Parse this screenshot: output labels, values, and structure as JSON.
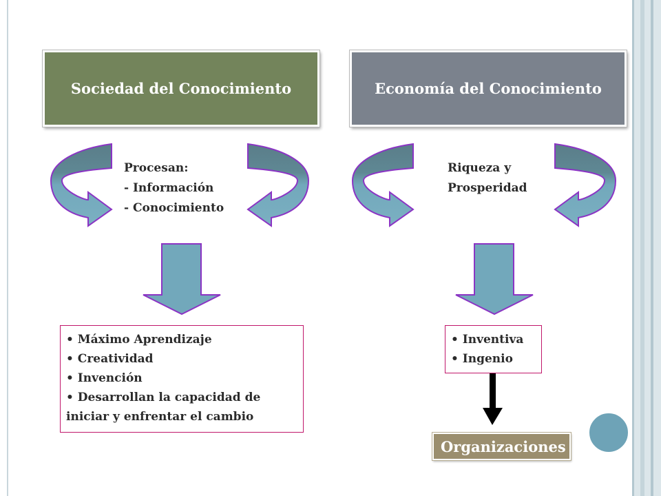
{
  "colors": {
    "left_header": "#73845b",
    "right_header": "#7b828d",
    "arrow_fill": "#72a8bb",
    "arrow_top": "#5a7d89",
    "arrow_stroke": "#8b34c4",
    "box_border": "#c0156a",
    "org_fill": "#9b8e6e",
    "circle": "#6ea3b7"
  },
  "left": {
    "header": "Sociedad del Conocimiento",
    "cycle_label": {
      "line1": "Procesan:",
      "line2": "- Información",
      "line3": "- Conocimiento"
    },
    "outcomes": [
      "• Máximo Aprendizaje",
      "• Creatividad",
      "• Invención",
      "• Desarrollan la capacidad de iniciar y enfrentar el cambio"
    ]
  },
  "right": {
    "header": "Economía del Conocimiento",
    "cycle_label": {
      "line1": "Riqueza y",
      "line2": "Prosperidad"
    },
    "outcomes": [
      "• Inventiva",
      "• Ingenio"
    ],
    "result": "Organizaciones"
  }
}
